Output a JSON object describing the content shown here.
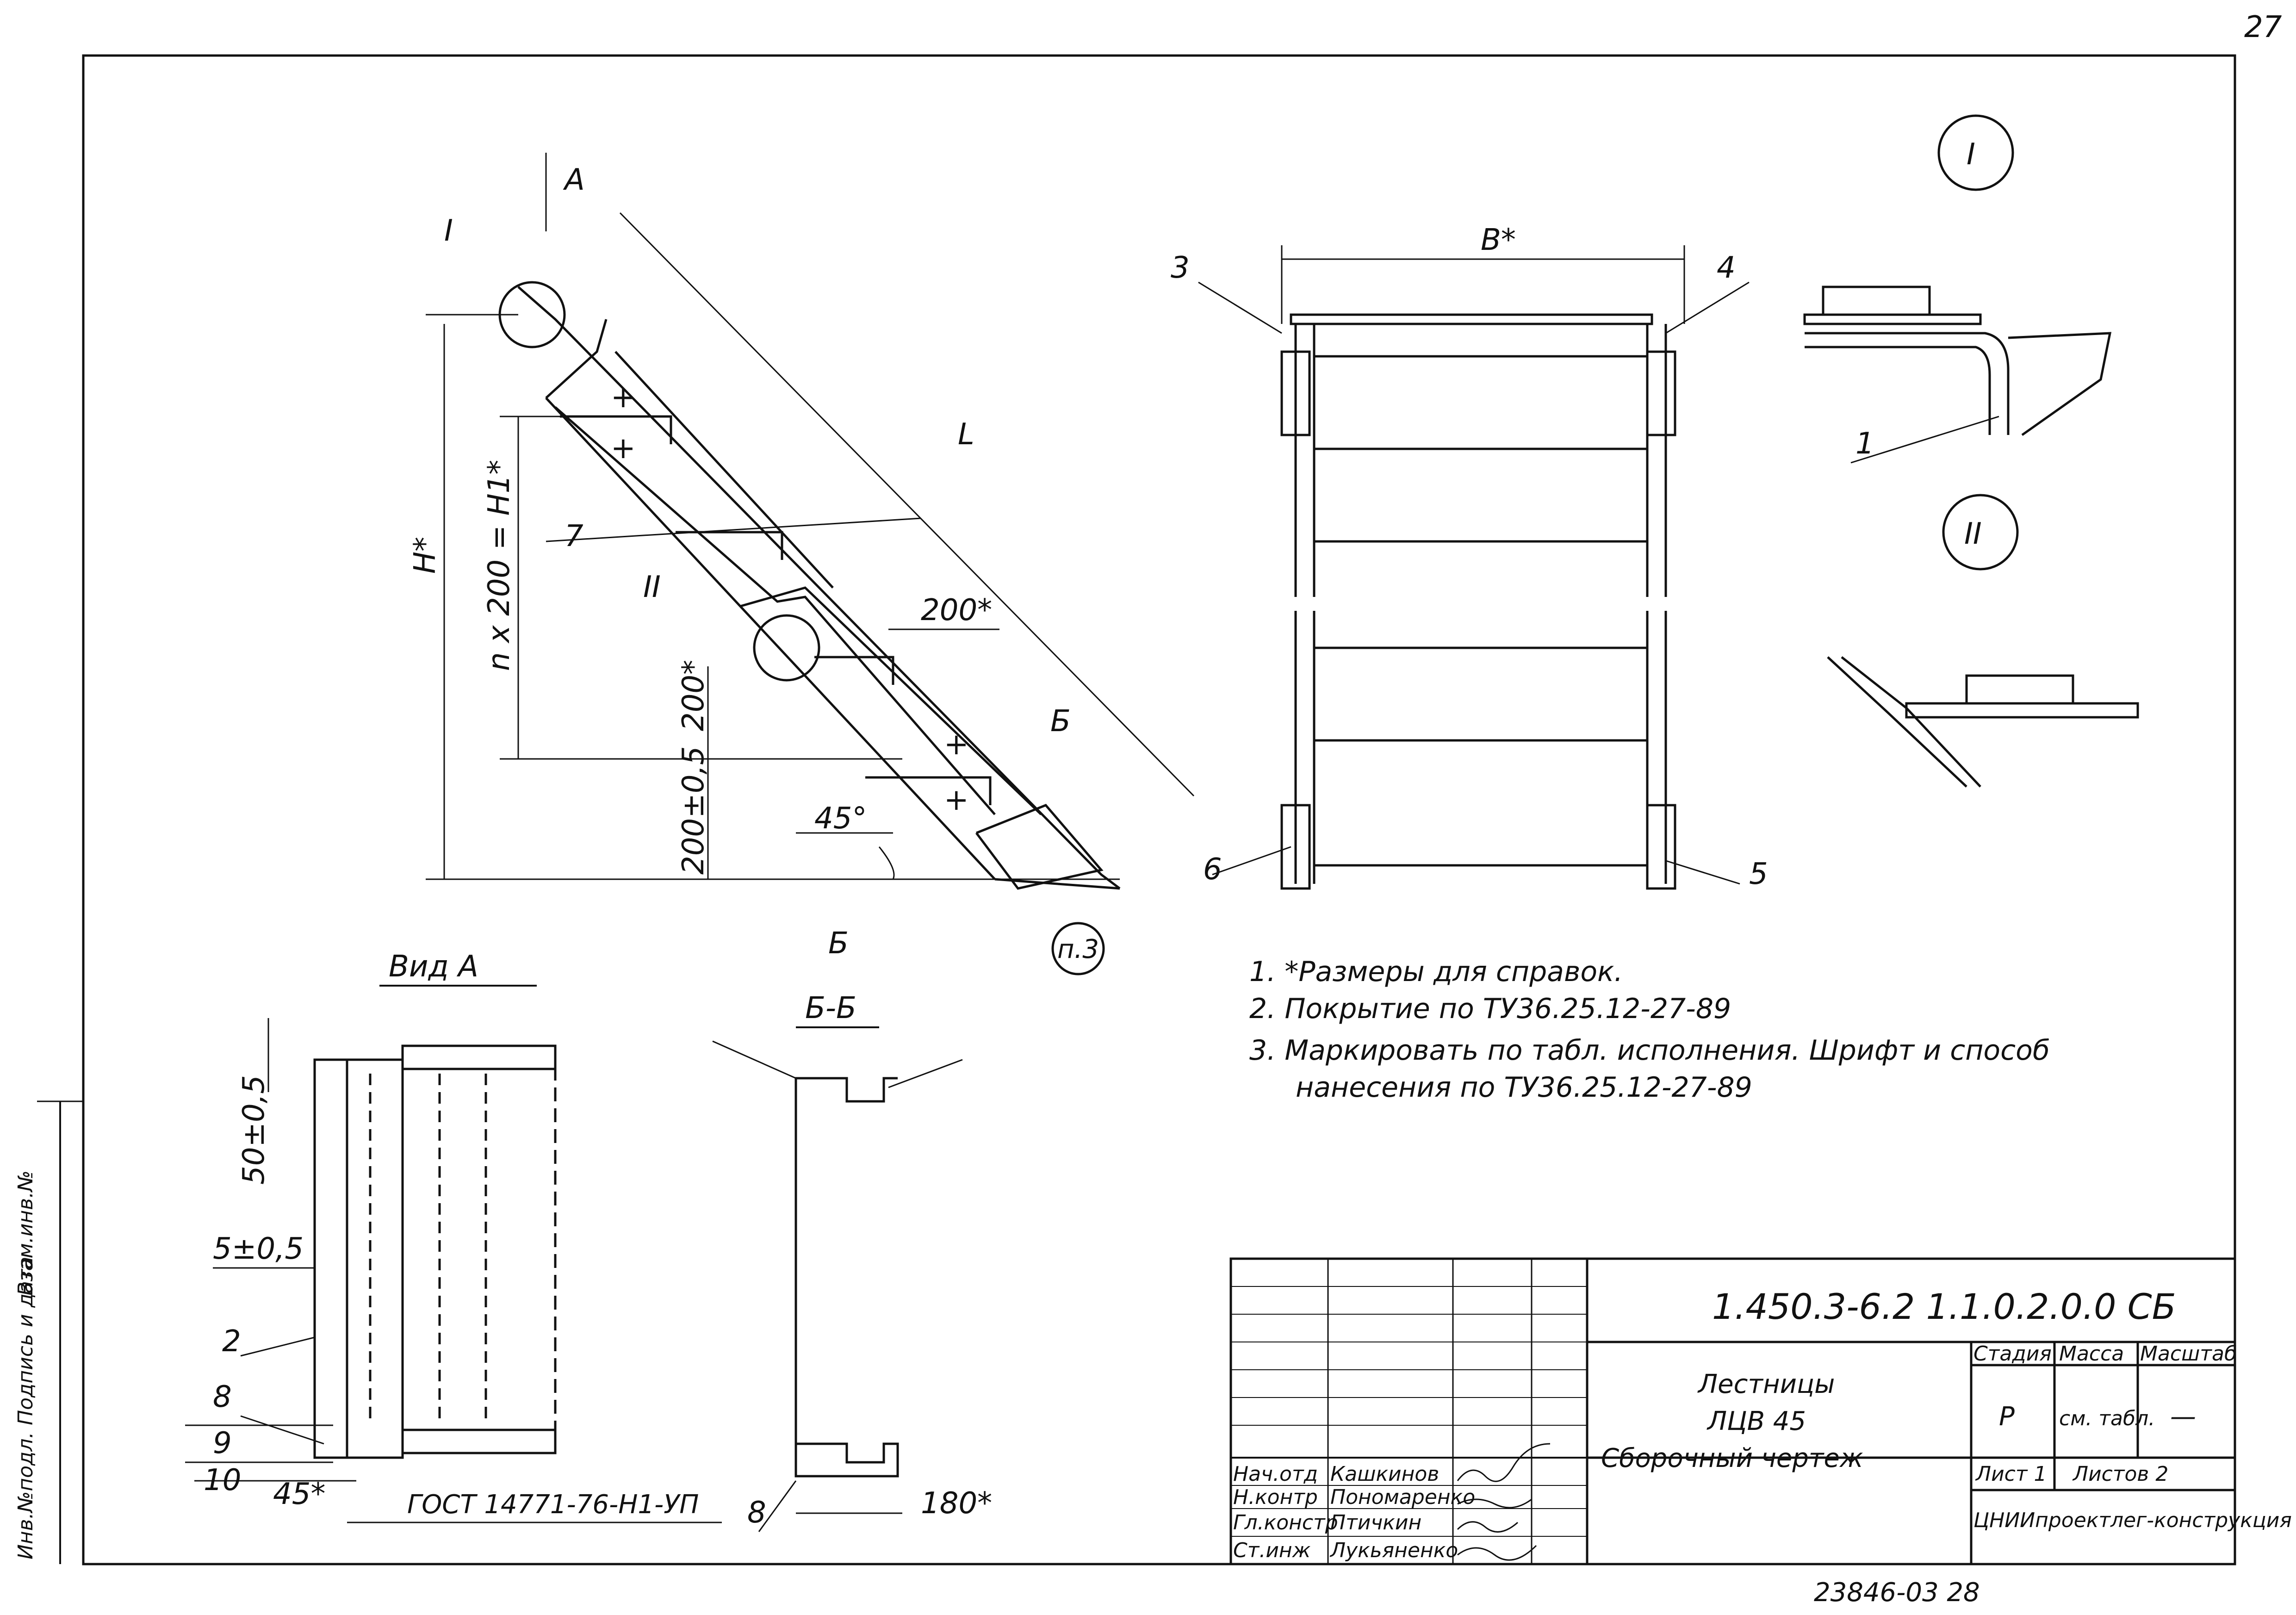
{
  "corner_mark": "27",
  "views": {
    "view_a_label": "Вид А",
    "section_bb_label": "Б-Б",
    "detail_1_label": "I",
    "detail_2_label": "II",
    "arrow_a": "А",
    "arrow_b_top": "Б",
    "arrow_b_bottom": "Б"
  },
  "dimensions": {
    "length": "L",
    "height": "Н*",
    "steps": "n x 200 = H1*",
    "step_h": "200*",
    "step_v": "200*",
    "bottom": "200±0,5",
    "angle": "45°",
    "width": "В*",
    "top_offset": "50±0,5",
    "side_gap": "5±0,5",
    "flange": "45*",
    "section_w": "180*",
    "note_ref": "п.3"
  },
  "callouts": [
    "1",
    "2",
    "3",
    "4",
    "5",
    "6",
    "7",
    "8",
    "9",
    "10"
  ],
  "gost": "ГОСТ 14771-76-Н1-УП",
  "notes": [
    "1. *Размеры для справок.",
    "2. Покрытие по ТУ36.25.12-27-89",
    "3. Маркировать по табл. исполнения. Шрифт и способ",
    "нанесения по ТУ36.25.12-27-89"
  ],
  "title_block": {
    "doc_code": "1.450.3-6.2   1.1.0.2.0.0 СБ",
    "title_lines": [
      "Лестницы",
      "ЛЦВ 45",
      "Сборочный чертеж"
    ],
    "stage_h": "Стадия",
    "mass_h": "Масса",
    "scale_h": "Масштаб",
    "stage": "Р",
    "mass": "см. табл.",
    "scale": "—",
    "sheet": "Лист 1",
    "sheets": "Листов 2",
    "org": "ЦНИИпроектлег-конструкция",
    "people": [
      {
        "role": "Нач.отд",
        "name": "Кашкинов"
      },
      {
        "role": "Н.контр",
        "name": "Пономаренко"
      },
      {
        "role": "Гл.констр",
        "name": "Птичкин"
      },
      {
        "role": "Ст.инж",
        "name": "Лукьяненко"
      }
    ]
  },
  "side_strip": [
    "Инв.№подл.",
    "Подпись и дата",
    "Взам.инв.№"
  ],
  "footer": "23846-03   28"
}
